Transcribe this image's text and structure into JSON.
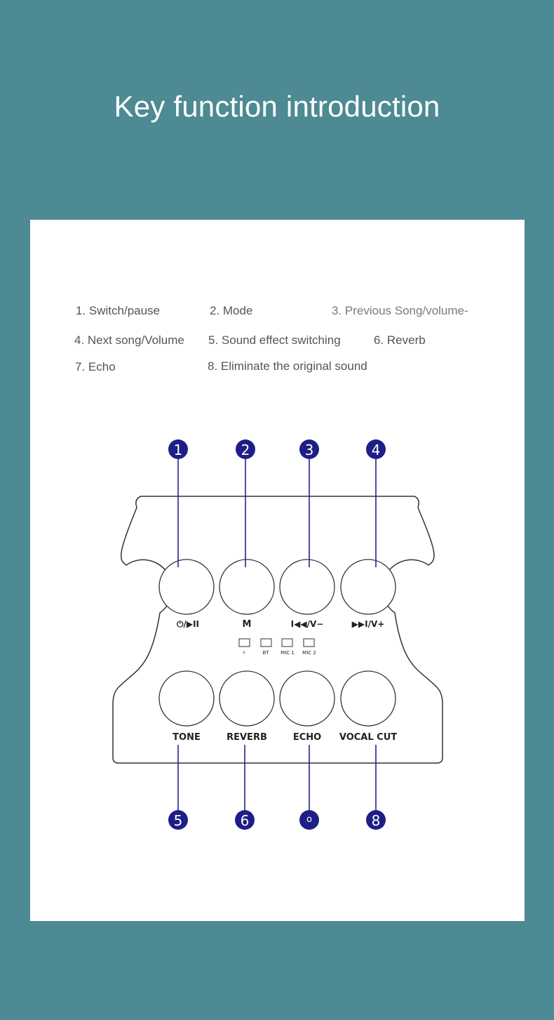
{
  "page": {
    "title": "Key function introduction"
  },
  "legend": [
    "1. Switch/pause",
    "2. Mode",
    "3. Previous Song/volume-",
    "4. Next song/Volume",
    "5. Sound effect  switching",
    "6. Reverb",
    "7. Echo",
    "8. Eliminate the original sound"
  ],
  "markers": [
    "1",
    "2",
    "3",
    "4",
    "5",
    "6",
    "o",
    "8"
  ],
  "top_knob_labels": [
    "⏻/▶II",
    "M",
    "I◀◀/V−",
    "▶▶I/V+"
  ],
  "indicators": [
    "⚡",
    "BT",
    "MIC 1",
    "MIC 2"
  ],
  "bottom_knob_labels": [
    "TONE",
    "REVERB",
    "ECHO",
    "VOCAL CUT"
  ],
  "colors": {
    "background": "#4d8a93",
    "marker": "#1e1e87",
    "line": "#23238c"
  }
}
